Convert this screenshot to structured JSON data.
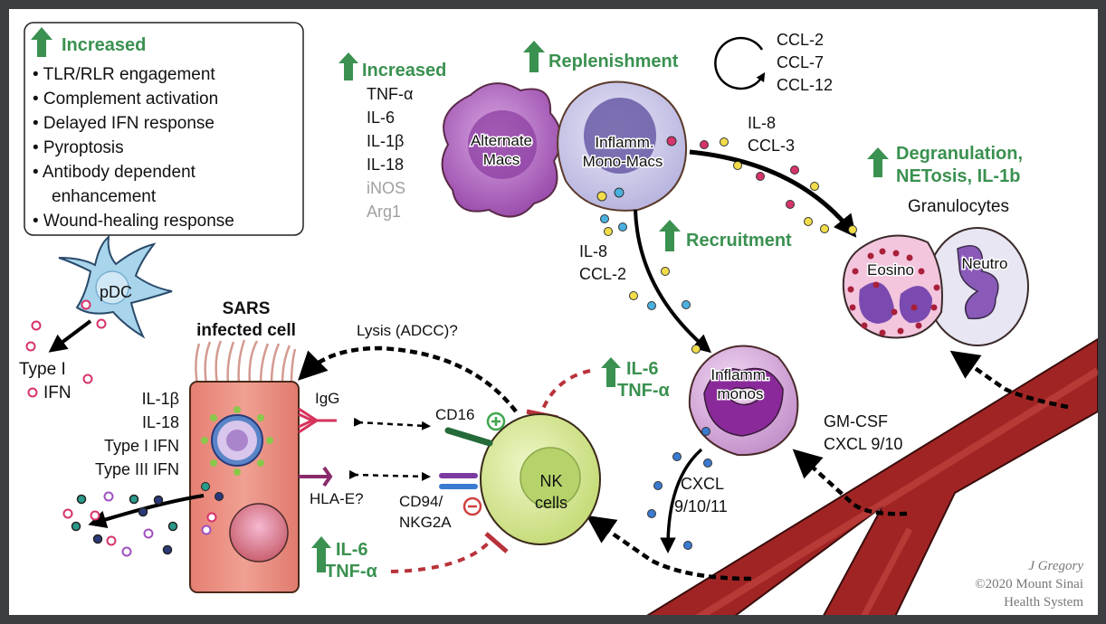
{
  "legend_box": {
    "header": "Increased",
    "items": [
      "TLR/RLR engagement",
      "Complement activation",
      "Delayed IFN response",
      "Pyroptosis",
      "Antibody dependent",
      "enhancement",
      "Wound-healing response"
    ]
  },
  "macrophage_cytokines": {
    "header": "Increased",
    "items": [
      "TNF-α",
      "IL-6",
      "IL-1β",
      "IL-18"
    ],
    "muted_items": [
      "iNOS",
      "Arg1"
    ]
  },
  "replenishment": {
    "label": "Replenishment",
    "cycle_items": [
      "CCL-2",
      "CCL-7",
      "CCL-12"
    ]
  },
  "cells": {
    "alternate_macs": [
      "Alternate",
      "Macs"
    ],
    "inflamm_mono_macs": [
      "Inflamm.",
      "Mono-Macs"
    ],
    "granulocytes_title": "Granulocytes",
    "eosino": "Eosino",
    "neutro": "Neutro",
    "pdc": "pDC",
    "sars_cell_title": [
      "SARS",
      "infected cell"
    ],
    "inflamm_monos": [
      "Inflamm.",
      "monos"
    ],
    "nk_cells": [
      "NK",
      "cells"
    ]
  },
  "granulocyte_effect": [
    "Degranulation,",
    "NETosis, IL-1b"
  ],
  "signals": {
    "il8_ccl3": [
      "IL-8",
      "CCL-3"
    ],
    "il8_ccl2": [
      "IL-8",
      "CCL-2"
    ],
    "recruitment": "Recruitment",
    "type1_ifn": [
      "Type I",
      "IFN"
    ],
    "sars_cytokines": [
      "IL-1β",
      "IL-18",
      "Type I IFN",
      "Type III IFN"
    ],
    "lysis": "Lysis (ADCC)?",
    "igg": "IgG",
    "hla_e": "HLA-E?",
    "cd16": "CD16",
    "cd94": [
      "CD94/",
      "NKG2A"
    ],
    "nk_il6_tnf": [
      "IL-6",
      "TNF-α"
    ],
    "sars_il6_tnf": [
      "IL-6",
      "TNF-α"
    ],
    "gmcsf": [
      "GM-CSF",
      "CXCL 9/10"
    ],
    "cxcl": [
      "CXCL",
      "9/10/11"
    ]
  },
  "credit": [
    "J Gregory",
    "©2020 Mount Sinai",
    "Health System"
  ],
  "colors": {
    "green": "#3a9150",
    "vessel": "#9e1f1f",
    "macs_purple": "#a55bb5",
    "nk_green": "#d7e69a",
    "sars_cell": "#e88f80",
    "pdc_blue": "#a8d4ec",
    "inhibit_red": "#b8323a"
  }
}
